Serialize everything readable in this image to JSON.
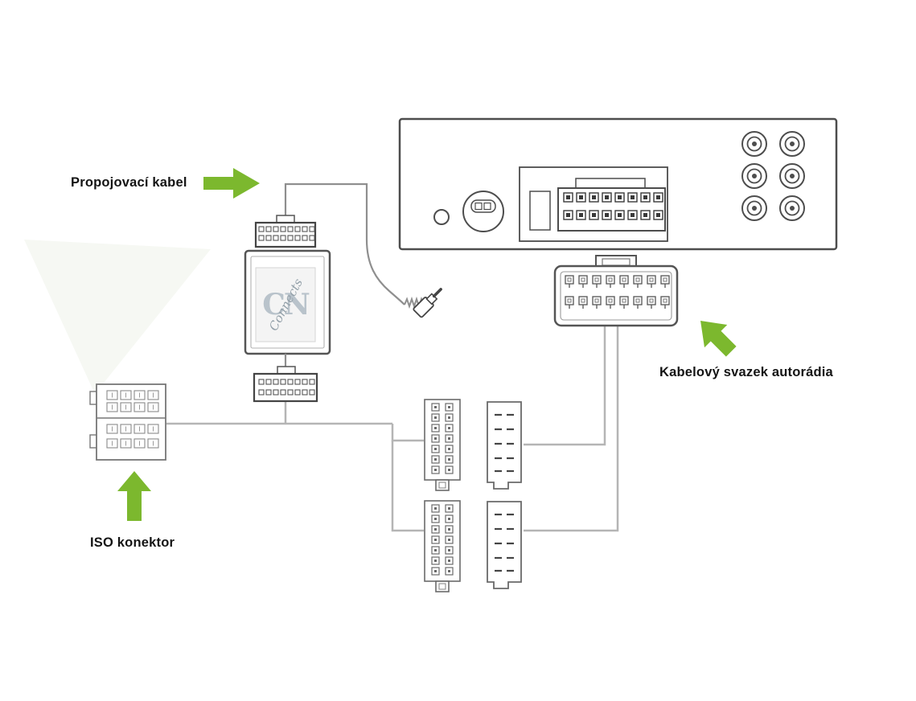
{
  "labels": {
    "connecting_cable": "Propojovací kabel",
    "radio_harness": "Kabelový svazek autorádia",
    "iso_connector": "ISO konektor"
  },
  "adapter_logo": {
    "main": "CN",
    "script": "Connects"
  },
  "colors": {
    "arrow": "#7cb82e",
    "wire": "#b5b5b5"
  }
}
